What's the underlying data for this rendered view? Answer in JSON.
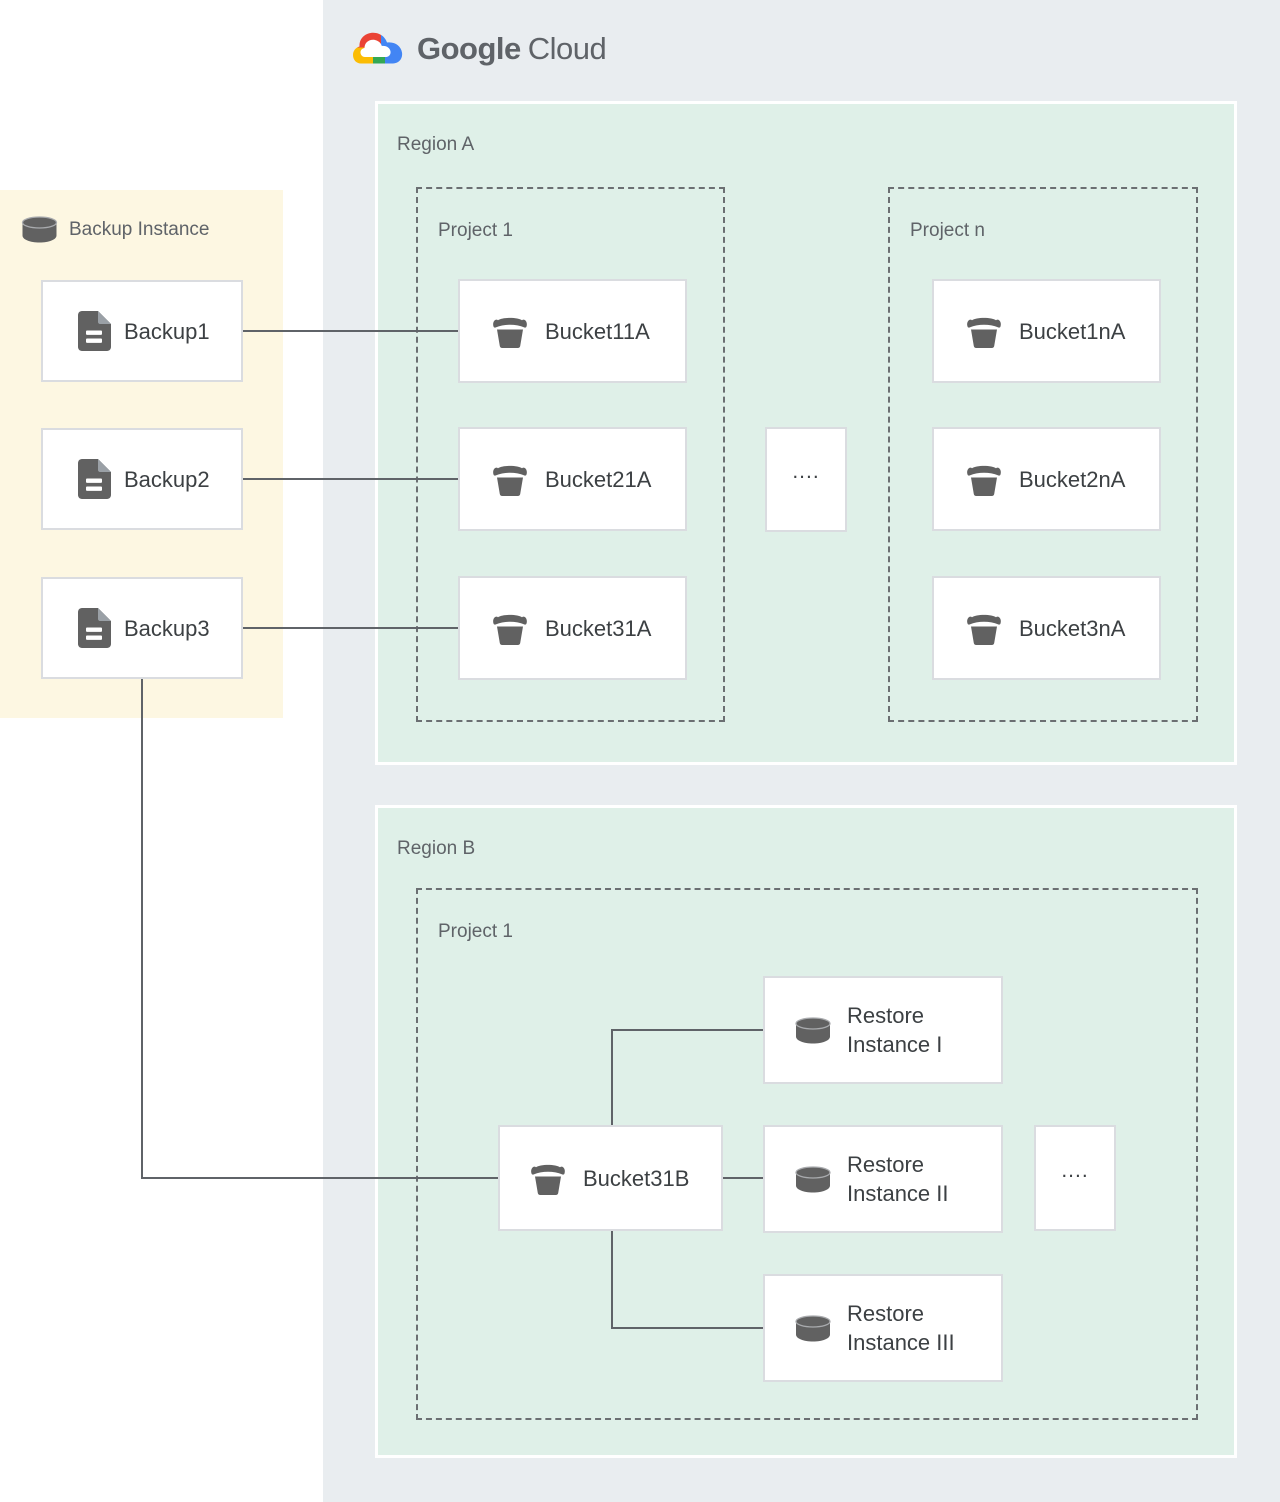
{
  "logo": {
    "part1": "Google",
    "part2": "Cloud"
  },
  "backup_panel": {
    "title": "Backup Instance",
    "items": [
      "Backup1",
      "Backup2",
      "Backup3"
    ]
  },
  "region_a": {
    "label": "Region A",
    "project_1": {
      "label": "Project 1",
      "buckets": [
        "Bucket11A",
        "Bucket21A",
        "Bucket31A"
      ]
    },
    "project_n": {
      "label": "Project n",
      "buckets": [
        "Bucket1nA",
        "Bucket2nA",
        "Bucket3nA"
      ]
    },
    "ellipsis": "...."
  },
  "region_b": {
    "label": "Region B",
    "project_1": {
      "label": "Project 1"
    },
    "bucket": "Bucket31B",
    "restore_instances": [
      "Restore Instance I",
      "Restore Instance II",
      "Restore Instance III"
    ],
    "ellipsis": "...."
  },
  "colors": {
    "canvas_gray": "#e9edf0",
    "zone_green": "#dff0e8",
    "panel_yellow": "#fdf7e2",
    "icon_gray": "#616161",
    "line_gray": "#5f6368",
    "label_gray": "#5f6368",
    "text_dark": "#3c4043",
    "box_border": "#dadce0",
    "logo_red": "#EA4335",
    "logo_blue": "#4285F4",
    "logo_yellow": "#FBBC04",
    "logo_green": "#34A853"
  }
}
